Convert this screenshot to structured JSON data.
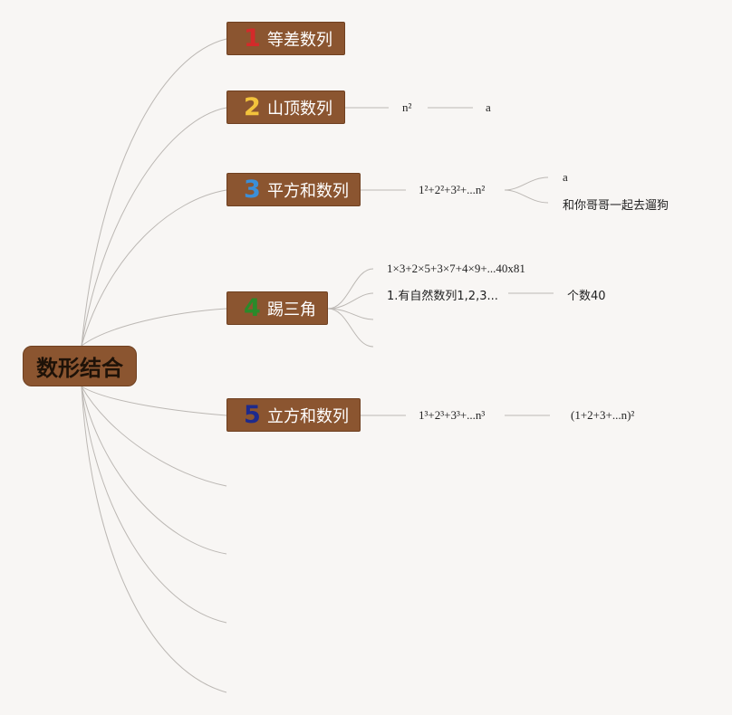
{
  "root": {
    "label": "数形结合"
  },
  "topics": [
    {
      "num": "1",
      "label": "等差数列",
      "num_color": "#d42a2a"
    },
    {
      "num": "2",
      "label": "山顶数列",
      "num_color": "#f2c33c"
    },
    {
      "num": "3",
      "label": "平方和数列",
      "num_color": "#3b8fd8"
    },
    {
      "num": "4",
      "label": "踢三角",
      "num_color": "#2a8a2a"
    },
    {
      "num": "5",
      "label": "立方和数列",
      "num_color": "#1e2a8c"
    }
  ],
  "leaves": {
    "t2_a": "n²",
    "t2_b": "a",
    "t3_a": "1²+2²+3²+...n²",
    "t3_b": "a",
    "t3_c": "和你哥哥一起去遛狗",
    "t4_a": "1×3+2×5+3×7+4×9+...40x81",
    "t4_b": "1.有自然数列1,2,3...",
    "t4_c": "个数40",
    "t5_a": "1³+2³+3³+...n³",
    "t5_b": "(1+2+3+...n)²"
  },
  "colors": {
    "node_fill": "#8b5530",
    "line": "#bcb8b4",
    "background": "#f8f6f4"
  }
}
